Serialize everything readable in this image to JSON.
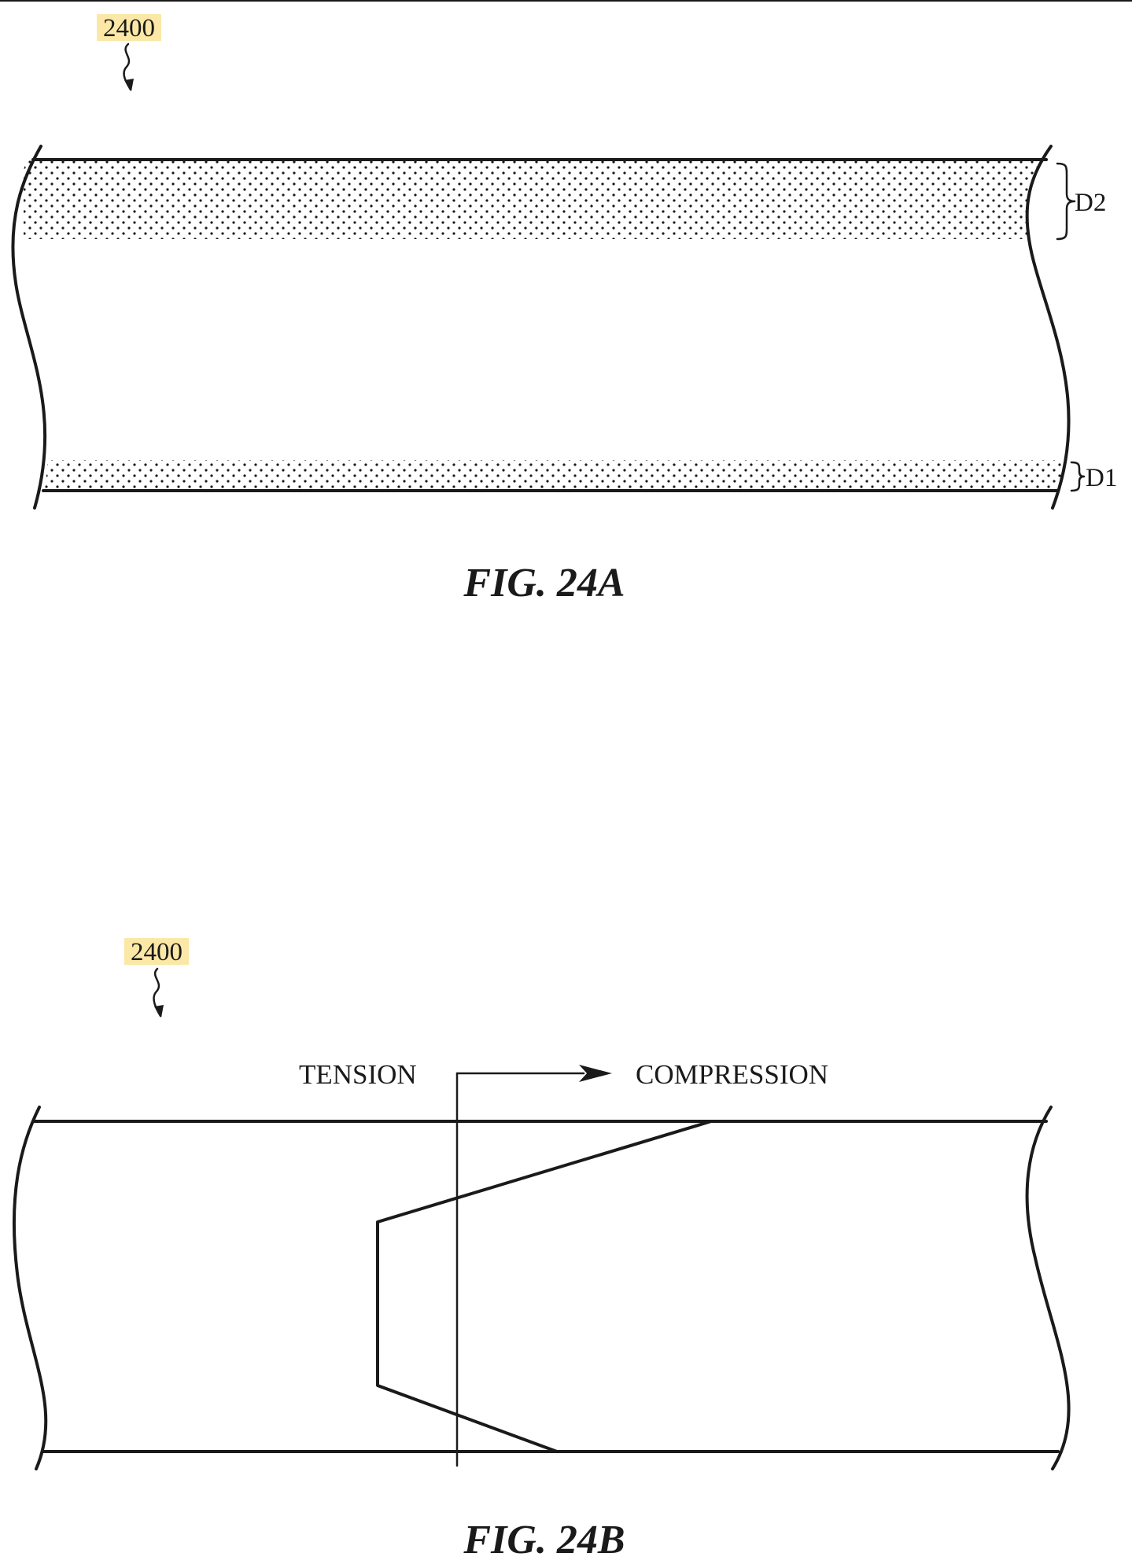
{
  "figure_a": {
    "reference_numeral": "2400",
    "labels": {
      "top_layer": "D2",
      "bottom_layer": "D1"
    },
    "caption": "FIG. 24A"
  },
  "figure_b": {
    "reference_numeral": "2400",
    "labels": {
      "left": "TENSION",
      "right": "COMPRESSION"
    },
    "caption": "FIG. 24B"
  },
  "colors": {
    "ink": "#1a1a1a",
    "numeral_highlight": "#fce8a6",
    "background": "#ffffff"
  }
}
